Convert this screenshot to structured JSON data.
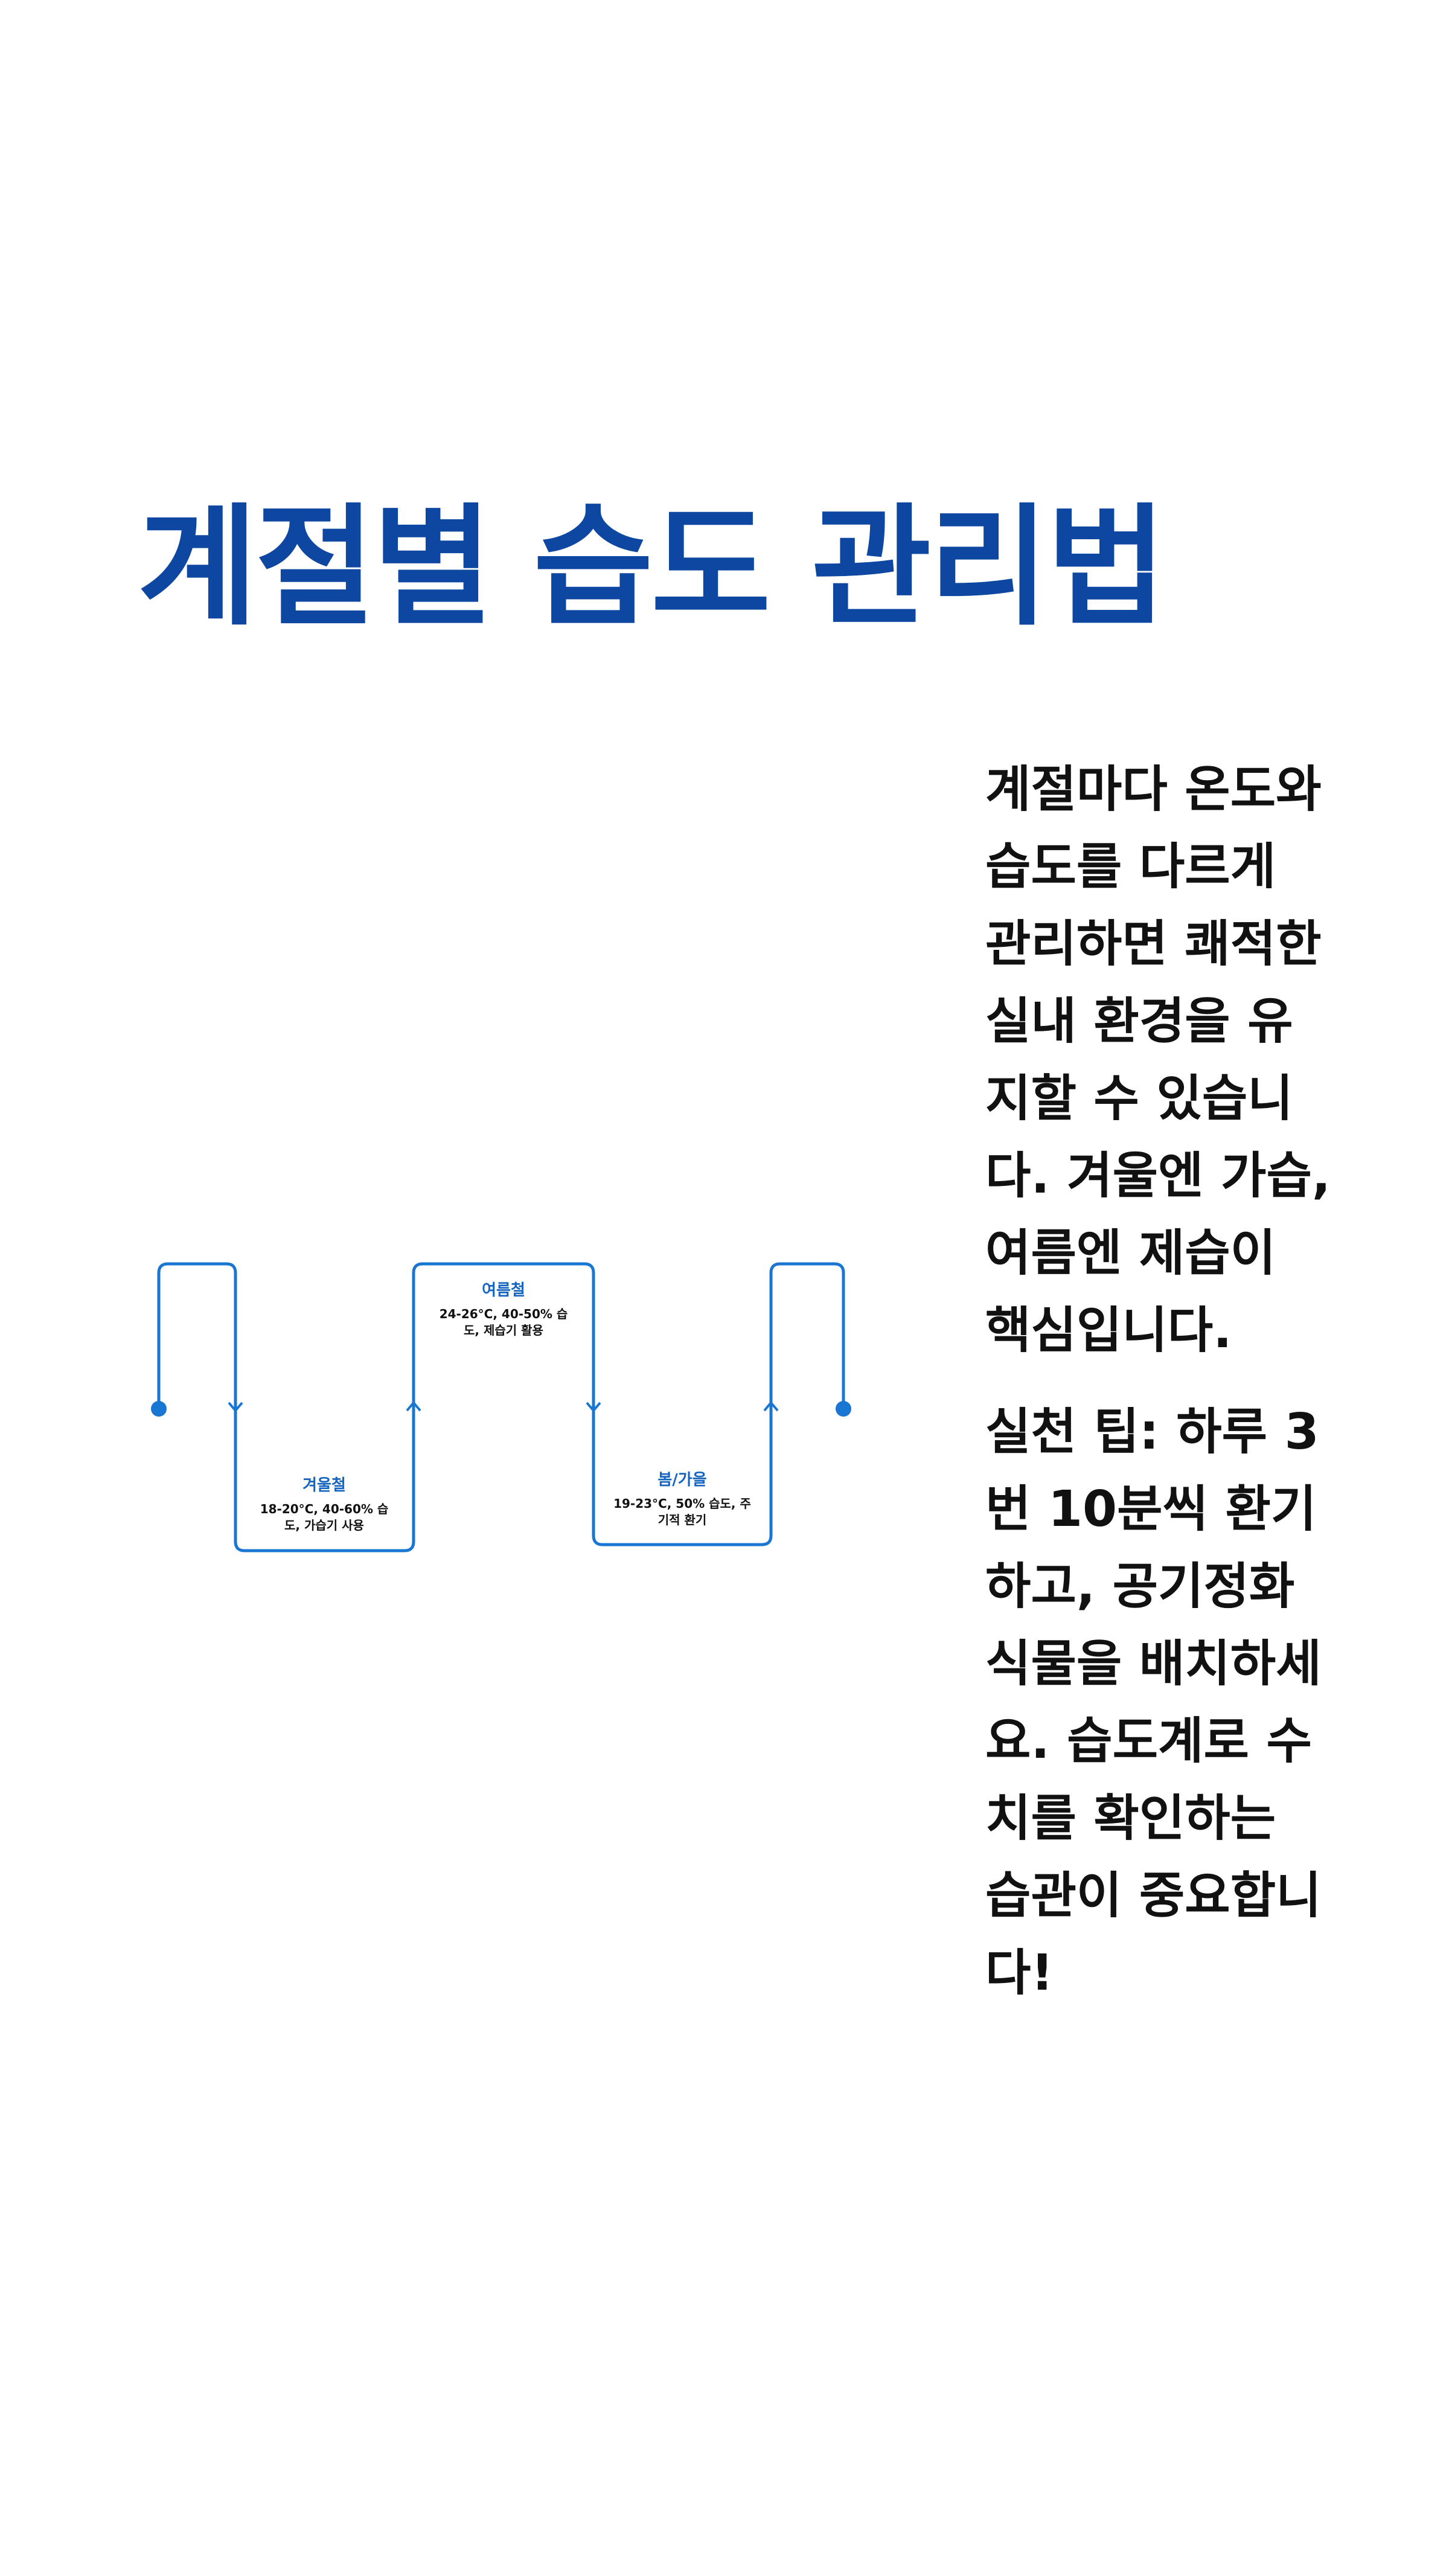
{
  "title": "계절별 습도 관리법",
  "paragraphs": [
    "계절마다 온도와 습도를 다르게 관리하면 쾌적한 실내 환경을 유지할 수 있습니다. 겨울엔 가습, 여름엔 제습이 핵심입니다.",
    "실천 팁: 하루 3번 10분씩 환기하고, 공기정화 식물을 배치하세요. 습도계로 수치를 확인하는 습관이 중요합니다!"
  ],
  "diagram": {
    "line_color": "#1976d2",
    "stages": [
      {
        "title": "겨울철",
        "desc_line1": "18-20°C, 40-60% 습",
        "desc_line2": "도, 가습기 사용"
      },
      {
        "title": "여름철",
        "desc_line1": "24-26°C, 40-50% 습",
        "desc_line2": "도, 제습기 활용"
      },
      {
        "title": "봄/가을",
        "desc_line1": "19-23°C, 50% 습도, 주",
        "desc_line2": "기적 환기"
      }
    ]
  },
  "colors": {
    "title": "#0d47a1",
    "text": "#111111",
    "accent": "#1565c0"
  }
}
